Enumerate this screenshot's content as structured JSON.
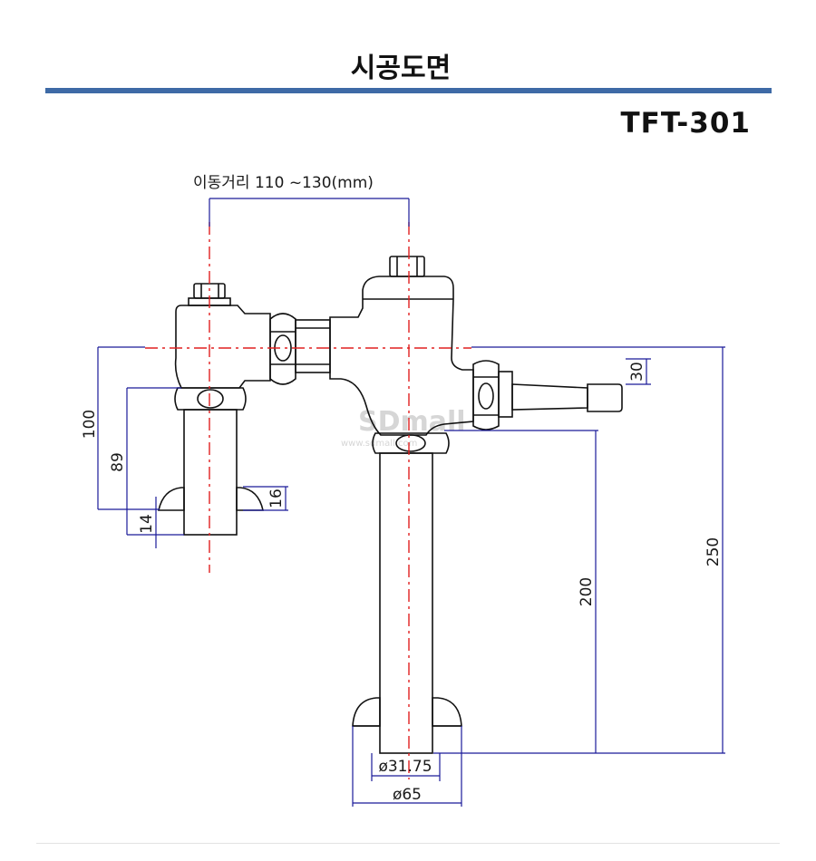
{
  "header": {
    "title": "시공도면",
    "model": "TFT-301"
  },
  "watermark": {
    "brand": "SDmall",
    "site": "www.sdmall.com"
  },
  "dimensions": {
    "travel_distance": "이동거리 110 ~130(mm)",
    "d100": "100",
    "d89": "89",
    "d14": "14",
    "d16": "16",
    "d30": "30",
    "d200": "200",
    "d250": "250",
    "d_pipe": "ø31.75",
    "d_flange": "ø65"
  },
  "colors": {
    "accent_rule": "#3e6aa6",
    "center_line": "#e02020",
    "dimension_line": "#1a1a99",
    "outline": "#111111"
  }
}
